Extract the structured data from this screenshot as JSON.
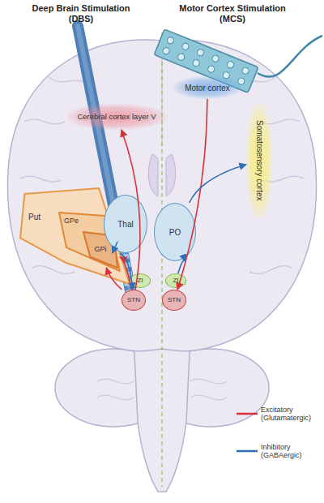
{
  "diagram": {
    "nodes": [
      {
        "text": [
          "Cerebral cortex layer V"
        ]
      },
      {
        "text": [
          "Motor cortex"
        ]
      },
      {
        "text": [
          "Somatosensory cortex"
        ]
      },
      {
        "text": [
          "Put"
        ]
      },
      {
        "text": [
          "GPe"
        ],
        "in": 3
      },
      {
        "text": [
          "GPi"
        ],
        "in": 4
      },
      {
        "text": [
          "Thal"
        ]
      },
      {
        "text": [
          "PO"
        ]
      },
      {
        "text": [
          "ZI"
        ]
      },
      {
        "text": [
          "STN"
        ]
      },
      {
        "text": [
          "ZI"
        ]
      },
      {
        "text": [
          "STN"
        ]
      }
    ],
    "edges": [
      {
        "from": 9,
        "to": 0,
        "arrow": "to"
      },
      {
        "from": 9,
        "to": 5,
        "arrow": "to"
      },
      {
        "from": 9,
        "to": 4,
        "arrow": "to"
      },
      {
        "from": 4,
        "to": 9,
        "arrow": "to"
      },
      {
        "from": 5,
        "to": 6,
        "arrow": "to"
      },
      {
        "from": 1,
        "to": 11,
        "arrow": "to"
      },
      {
        "from": 10,
        "to": 7,
        "arrow": "to"
      },
      {
        "from": 7,
        "to": 2,
        "arrow": "to"
      }
    ],
    "labels": [
      "Deep Brain Stimulation (DBS)",
      "Motor Cortex Stimulation (MCS)"
    ],
    "legend": [
      {
        "text": "Excitatory (Glutamatergic)"
      },
      {
        "text": "Inhibitory (GABAergic)"
      }
    ]
  }
}
